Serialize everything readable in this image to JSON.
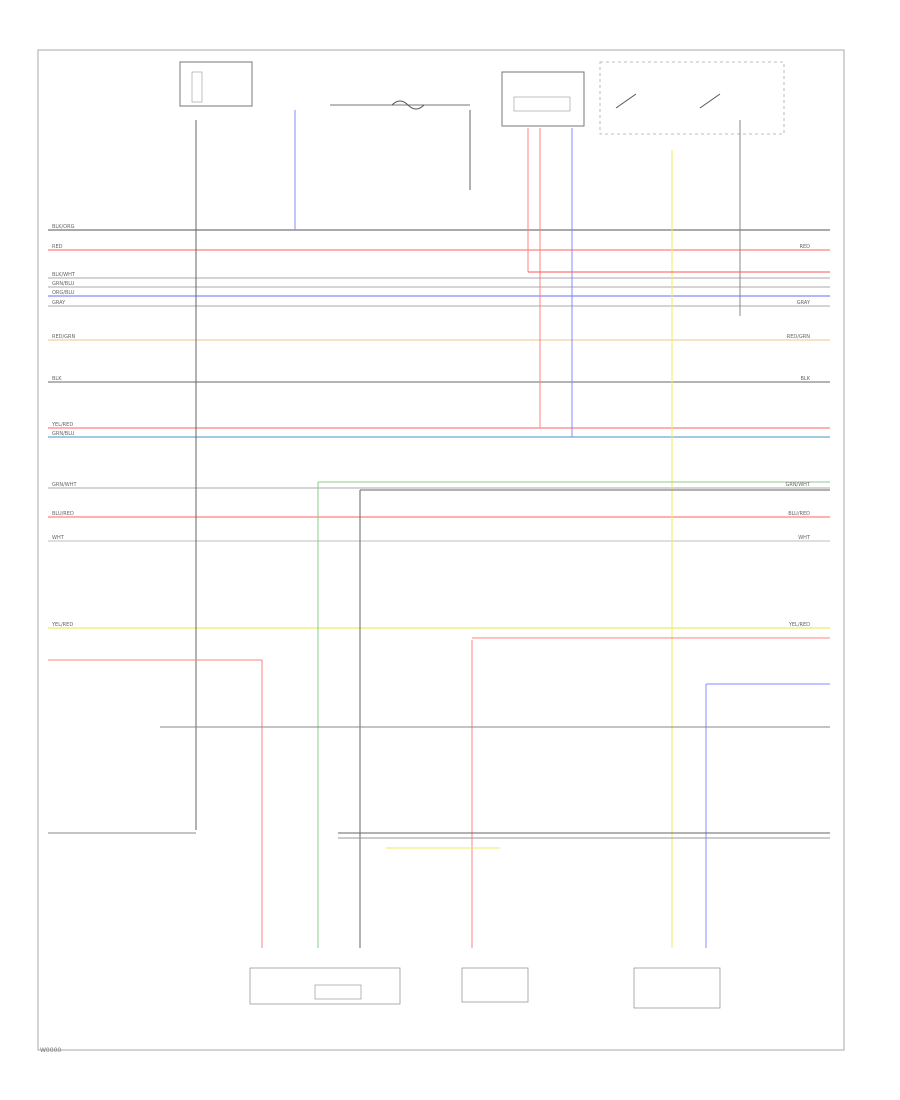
{
  "wires": [
    {
      "id": "w-blk-org-l",
      "color": "#777777",
      "label_left": "BLK/ORG",
      "label_right": ""
    },
    {
      "id": "w-red",
      "color": "#ff8080",
      "label_left": "RED",
      "label_right": "RED"
    },
    {
      "id": "w-blk-wht",
      "color": "#bbbbbb",
      "label_left": "BLK/WHT",
      "label_right": ""
    },
    {
      "id": "w-grn-blu",
      "color": "#bbbbbb",
      "label_left": "GRN/BLU",
      "label_right": ""
    },
    {
      "id": "w-org-blu",
      "color": "#8888ff",
      "label_left": "ORG/BLU",
      "label_right": ""
    },
    {
      "id": "w-gray",
      "color": "#bbbbbb",
      "label_left": "GRAY",
      "label_right": "GRAY"
    },
    {
      "id": "w-red-grn",
      "color": "#f0d0a0",
      "label_left": "RED/GRN",
      "label_right": "RED/GRN"
    },
    {
      "id": "w-blk",
      "color": "#888888",
      "label_left": "BLK",
      "label_right": "BLK"
    },
    {
      "id": "w-yel-red",
      "color": "#ff8080",
      "label_left": "YEL/RED",
      "label_right": ""
    },
    {
      "id": "w-grn-blu2",
      "color": "#66aacc",
      "label_left": "GRN/BLU",
      "label_right": ""
    },
    {
      "id": "w-grn-wht",
      "color": "#bbbbbb",
      "label_left": "GRN/WHT",
      "label_right": "GRN/WHT"
    },
    {
      "id": "w-blu-red",
      "color": "#ff8080",
      "label_left": "BLU/RED",
      "label_right": "BLU/RED"
    },
    {
      "id": "w-wht",
      "color": "#cccccc",
      "label_left": "WHT",
      "label_right": "WHT"
    },
    {
      "id": "w-yel",
      "color": "#eeee66",
      "label_left": "YEL/RED",
      "label_right": "YEL/RED"
    }
  ],
  "corner_code": "W0000"
}
